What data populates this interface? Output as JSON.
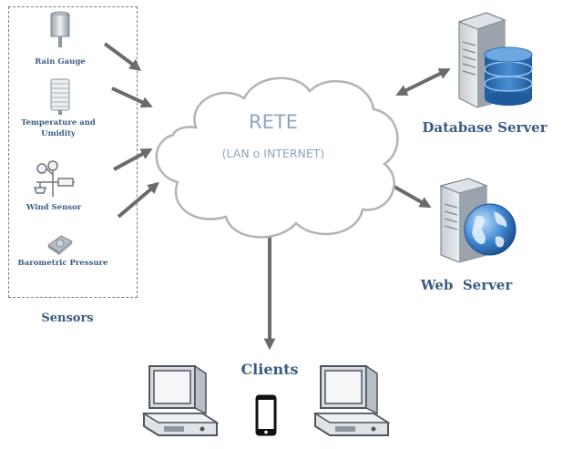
{
  "network": {
    "title": "RETE",
    "subtitle": "(LAN o INTERNET)"
  },
  "sensors": {
    "group_label": "Sensors",
    "items": [
      {
        "label": "Rain Gauge",
        "icon": "rain-gauge-icon"
      },
      {
        "label": "Temperature and Umidity",
        "icon": "thermometer-shelter-icon"
      },
      {
        "label": "Wind Sensor",
        "icon": "anemometer-icon"
      },
      {
        "label": "Barometric Pressure",
        "icon": "barometer-icon"
      }
    ]
  },
  "servers": {
    "database": {
      "label": "Database Server",
      "icon": "database-server-icon"
    },
    "web": {
      "label": "Web  Server",
      "icon": "web-server-icon"
    }
  },
  "clients": {
    "label": "Clients",
    "icons": [
      "desktop-computer-icon",
      "smartphone-icon",
      "desktop-computer-icon"
    ]
  },
  "colors": {
    "label": "#3b5c85",
    "arrow": "#6b6b6b",
    "cloud_stroke": "#b3b3b3",
    "cloud_text": "#8fa4c4",
    "db_blue": "#2f6fb3"
  }
}
